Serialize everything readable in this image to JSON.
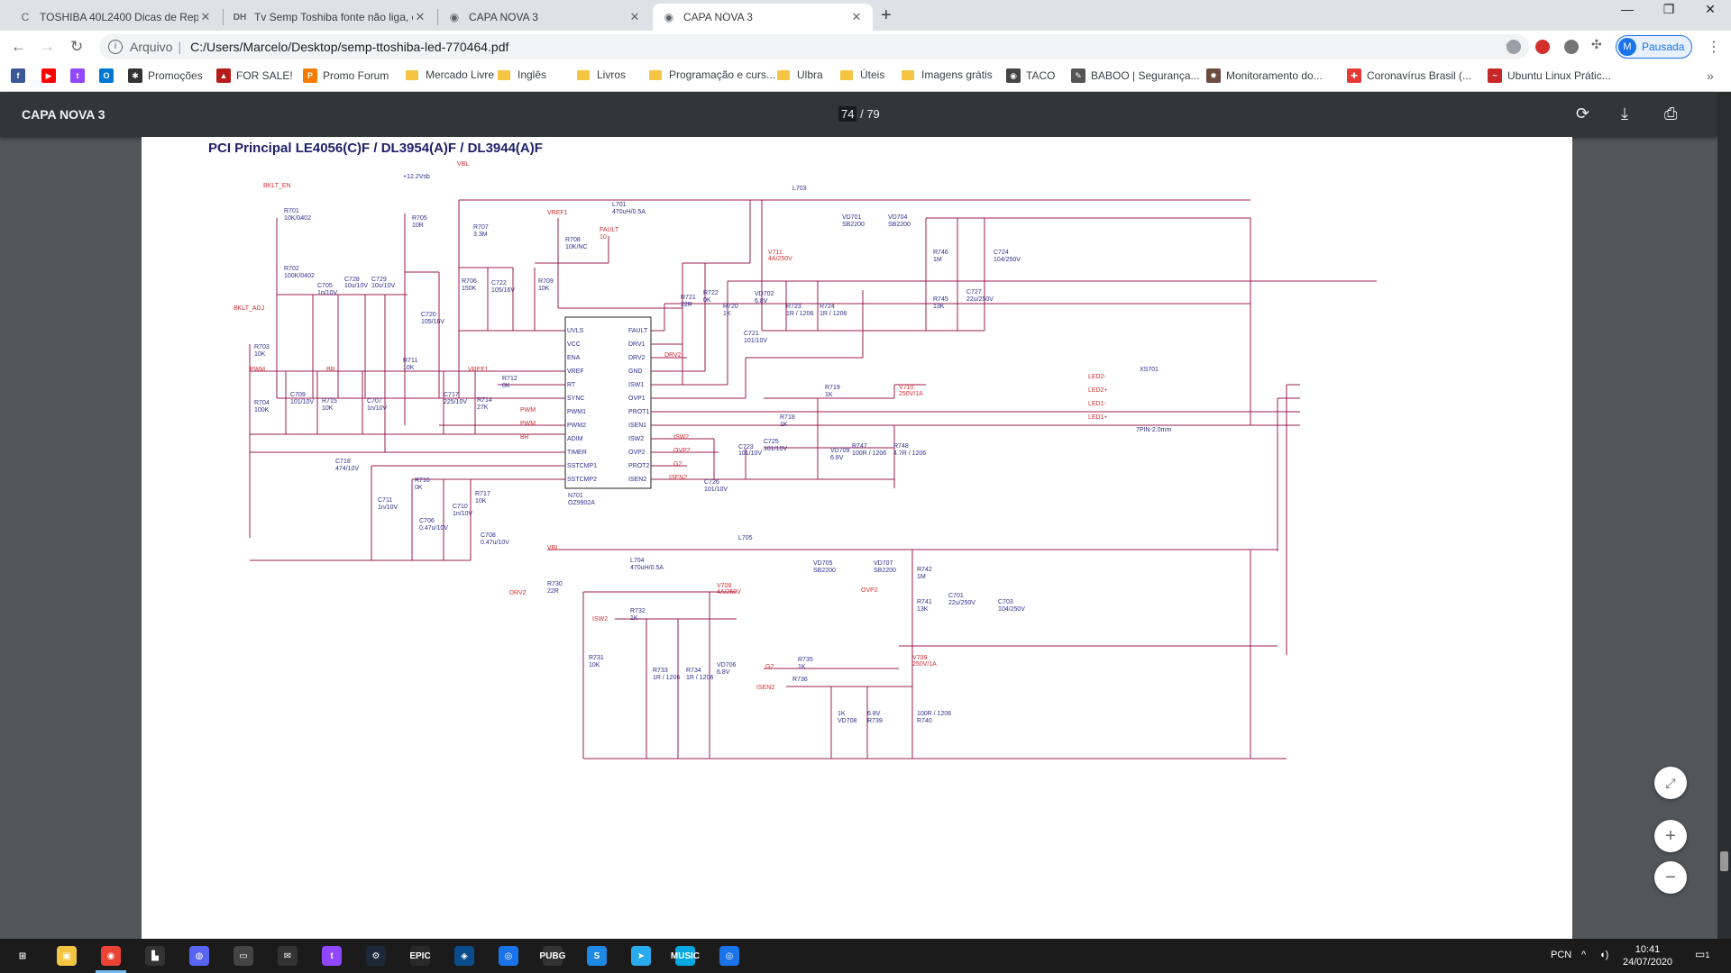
{
  "tabs": [
    {
      "title": "TOSHIBA 40L2400 Dicas de Repa",
      "icon": "C"
    },
    {
      "title": "Tv Semp Toshiba fonte não liga, c",
      "icon": "DH"
    },
    {
      "title": "CAPA NOVA 3",
      "icon": "◉"
    },
    {
      "title": "CAPA NOVA 3",
      "icon": "◉"
    }
  ],
  "window": {
    "minimize": "—",
    "maximize": "❐",
    "close": "✕"
  },
  "omnibox": {
    "scheme": "Arquivo",
    "url": "C:/Users/Marcelo/Desktop/semp-ttoshiba-led-770464.pdf"
  },
  "profile": {
    "initial": "M",
    "label": "Pausada"
  },
  "bookmarks": [
    {
      "label": "",
      "kind": "facebook",
      "color": "#3b5998",
      "glyph": "f"
    },
    {
      "label": "",
      "kind": "youtube",
      "color": "#ff0000",
      "glyph": "▶"
    },
    {
      "label": "",
      "kind": "twitch",
      "color": "#9146ff",
      "glyph": "t"
    },
    {
      "label": "",
      "kind": "outlook",
      "color": "#0078d4",
      "glyph": "O"
    },
    {
      "label": "Promoções",
      "kind": "site",
      "color": "#333333",
      "glyph": "✱"
    },
    {
      "label": "FOR SALE!",
      "kind": "site",
      "color": "#b71c1c",
      "glyph": "▲"
    },
    {
      "label": "Promo Forum",
      "kind": "site",
      "color": "#f57c00",
      "glyph": "P"
    },
    {
      "label": "Mercado Livre",
      "kind": "folder"
    },
    {
      "label": "Inglês",
      "kind": "folder"
    },
    {
      "label": "Livros",
      "kind": "folder"
    },
    {
      "label": "Programação e curs...",
      "kind": "folder"
    },
    {
      "label": "Ulbra",
      "kind": "folder"
    },
    {
      "label": "Úteis",
      "kind": "folder"
    },
    {
      "label": "Imagens grátis",
      "kind": "folder"
    },
    {
      "label": "TACO",
      "kind": "site",
      "color": "#444444",
      "glyph": "◉"
    },
    {
      "label": "BABOO | Segurança...",
      "kind": "site",
      "color": "#555555",
      "glyph": "✎"
    },
    {
      "label": "Monitoramento do...",
      "kind": "site",
      "color": "#6d4c41",
      "glyph": "✹"
    },
    {
      "label": "Coronavírus Brasil (...",
      "kind": "site",
      "color": "#e53935",
      "glyph": "✚"
    },
    {
      "label": "Ubuntu Linux Prátic...",
      "kind": "site",
      "color": "#c62828",
      "glyph": "~"
    }
  ],
  "pdf": {
    "title": "CAPA NOVA 3",
    "current_page": "74",
    "page_sep": " / ",
    "total_pages": "79"
  },
  "schematic": {
    "title": "PCI Principal LE4056(C)F / DL3954(A)F / DL3944(A)F",
    "labels_blue": [
      "R701",
      "10K/0402",
      "R702",
      "100K/0402",
      "C705",
      "1n/10V",
      "C728",
      "10u/10V",
      "C729",
      "10u/10V",
      "R705",
      "10R",
      "C720",
      "105/16V",
      "R707",
      "3.3M",
      "R706",
      "150K",
      "C722",
      "105/16V",
      "R708",
      "10K/NC",
      "R709",
      "10K",
      "+12.2Vsb",
      "R703",
      "10K",
      "R704",
      "100K",
      "C709",
      "101/10V",
      "R715",
      "10K",
      "C707",
      "1n/10V",
      "R711",
      "10K",
      "C717",
      "225/10V",
      "R714",
      "27K",
      "R712",
      "0K",
      "C718",
      "474/10V",
      "C711",
      "1n/10V",
      "R716",
      "0K",
      "C706",
      "0.47u/10V",
      "C710",
      "1n/10V",
      "R717",
      "10K",
      "C708",
      "0.47u/10V",
      "UVLS",
      "VCC",
      "ENA",
      "VREF",
      "RT",
      "SYNC",
      "PWM1",
      "PWM2",
      "ADIM",
      "TIMER",
      "SSTCMP1",
      "SSTCMP2",
      "FAULT",
      "DRV1",
      "DRV2",
      "GND",
      "ISW1",
      "OVP1",
      "PROT1",
      "ISEN1",
      "ISW2",
      "OVP2",
      "PROT2",
      "ISEN2",
      "N701",
      "OZ9902A",
      "L701",
      "470uH/0.5A",
      "L703",
      "VD701",
      "SB2200",
      "VD704",
      "SB2200",
      "R721",
      "22R",
      "R722",
      "0K",
      "R720",
      "1K",
      "C721",
      "101/10V",
      "VD702",
      "6.8V",
      "R723",
      "1R / 1206",
      "R724",
      "1R / 1206",
      "R746",
      "1M",
      "R745",
      "13K",
      "C727",
      "22u/250V",
      "C724",
      "104/250V",
      "R719",
      "1K",
      "R718",
      "1K",
      "C723",
      "101/10V",
      "C725",
      "101/10V",
      "VD709",
      "6.8V",
      "R747",
      "100R / 1206",
      "R748",
      "4.7R / 1206",
      "C726",
      "101/10V",
      "XS701",
      "7PIN-2.0mm",
      "L704",
      "470uH/0.5A",
      "L705",
      "VD705",
      "SB2200",
      "VD707",
      "SB2200",
      "R742",
      "1M",
      "R741",
      "13K",
      "C701",
      "22u/250V",
      "C703",
      "104/250V",
      "R730",
      "22R",
      "R732",
      "1K",
      "R731",
      "10K",
      "R733",
      "1R / 1206",
      "R734",
      "1R / 1206",
      "VD706",
      "6.8V",
      "R735",
      "1K",
      "R736",
      "1K",
      "VD708",
      "6.8V",
      "R739",
      "100R / 1206",
      "R740",
      "4.7R / 1206"
    ],
    "labels_red": [
      "BKLT_EN",
      "BKLT_ADJ",
      "VBL",
      "VREF1",
      "FAULT",
      "10",
      "PWM",
      "BR",
      "VREF1",
      "PWM",
      "PWM",
      "BR",
      "DRV2",
      "V711",
      "4A/250V",
      "V710",
      "250V/1A",
      "ISW2",
      "OVP2",
      "G2",
      "ISEN2",
      "LED2-",
      "LED2+",
      "LED1-",
      "LED1+",
      "VBL",
      "DRV2",
      "V708",
      "4A/250V",
      "ISW2",
      "OVP2",
      "G2",
      "ISEN2",
      "V709",
      "250V/1A"
    ]
  },
  "taskbar": {
    "apps": [
      "⊞",
      "▣",
      "◉",
      "▙",
      "◍",
      "▭",
      "✉",
      "t",
      "⚙",
      "EPIC",
      "◈",
      "◎",
      "PUBG",
      "S",
      "➤",
      "MUSIC",
      "◎"
    ],
    "lang": "PCN",
    "time": "10:41",
    "date": "24/07/2020",
    "notifications": "1"
  }
}
